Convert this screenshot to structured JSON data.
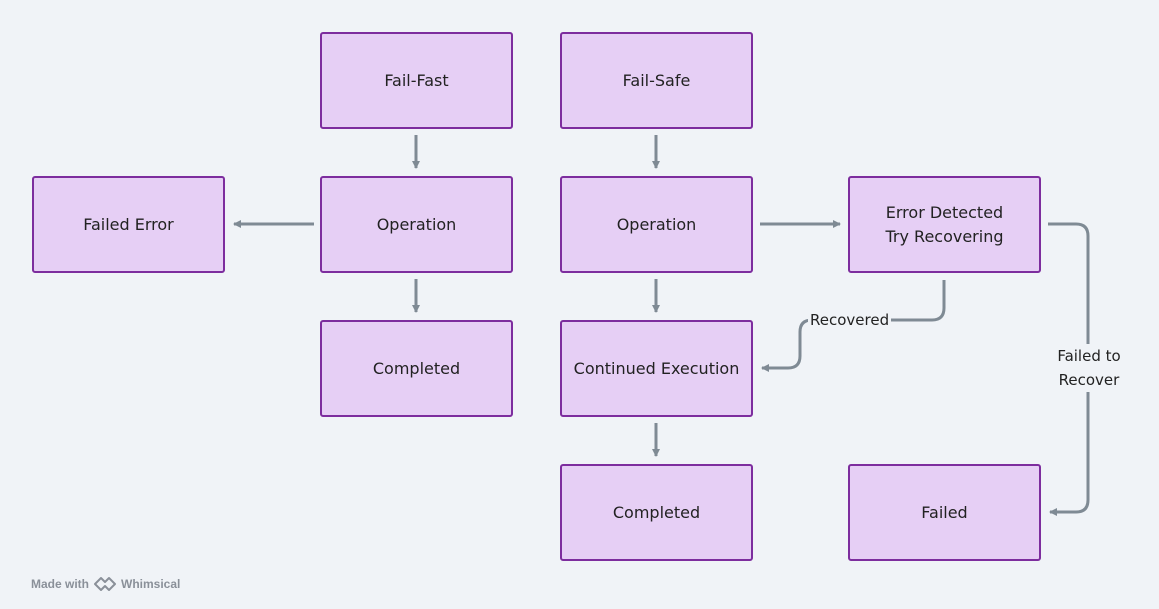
{
  "colors": {
    "background": "#f0f3f7",
    "node_fill": "#e6cff5",
    "node_border": "#7d2d9e",
    "connector": "#7f8a94",
    "text": "#222222"
  },
  "nodes": {
    "fail_fast": "Fail-Fast",
    "fail_safe": "Fail-Safe",
    "failed_error": "Failed Error",
    "operation_fast": "Operation",
    "operation_safe": "Operation",
    "error_detected": "Error Detected\nTry Recovering",
    "completed_fast": "Completed",
    "continued_execution": "Continued Execution",
    "completed_safe": "Completed",
    "failed": "Failed"
  },
  "edge_labels": {
    "recovered": "Recovered",
    "failed_to_recover": "Failed to\nRecover"
  },
  "watermark": {
    "made_with": "Made with",
    "brand": "Whimsical"
  }
}
